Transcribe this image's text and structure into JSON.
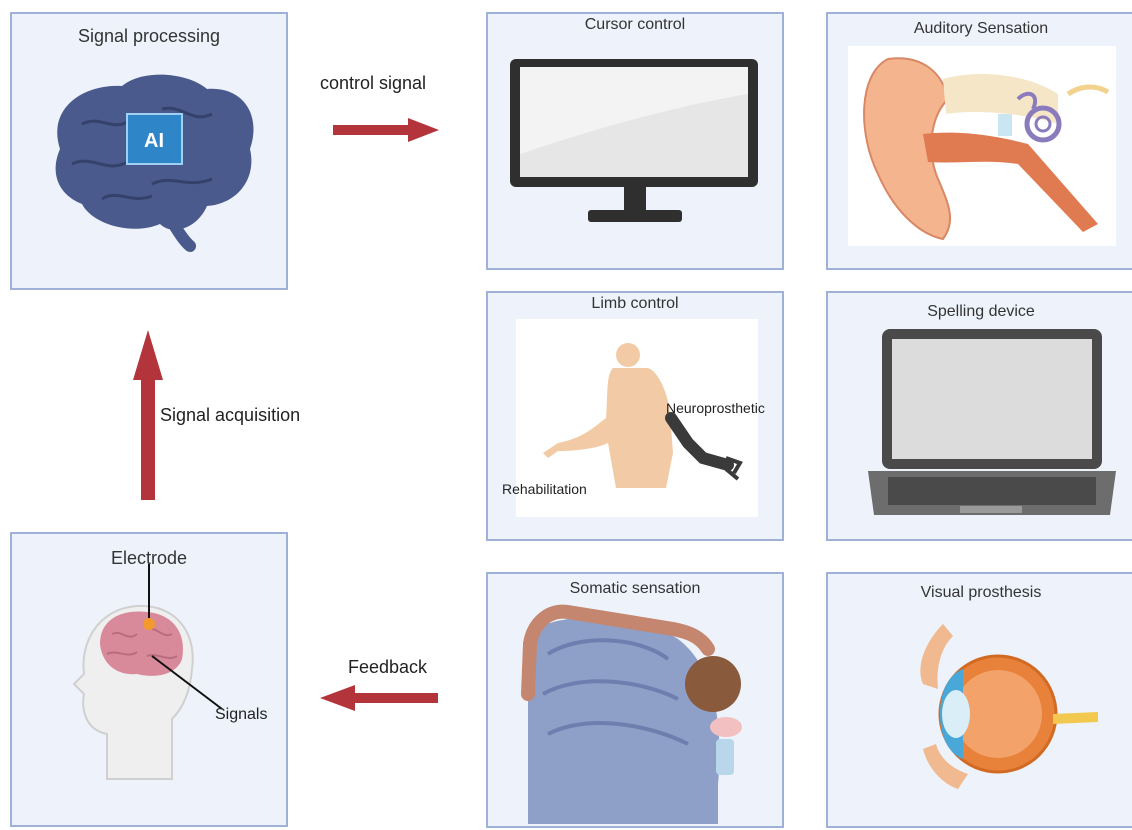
{
  "panels": {
    "signal_processing": {
      "title": "Signal processing",
      "badge": "AI"
    },
    "cursor_control": {
      "title": "Cursor control"
    },
    "auditory_sensation": {
      "title": "Auditory Sensation"
    },
    "limb_control": {
      "title": "Limb control",
      "label_neuro": "Neuroprosthetic",
      "label_rehab": "Rehabilitation"
    },
    "spelling_device": {
      "title": "Spelling device"
    },
    "electrode_panel": {
      "title": "Electrode",
      "label_signals": "Signals"
    },
    "somatic_sensation": {
      "title": "Somatic sensation"
    },
    "visual_prosthesis": {
      "title": "Visual prosthesis"
    }
  },
  "arrows": {
    "control_signal": "control signal",
    "signal_acquisition": "Signal acquisition",
    "feedback": "Feedback"
  },
  "colors": {
    "panel_fill": "#eef3fb",
    "panel_border": "#9fb1d6",
    "arrow": "#b3343a",
    "brain_blue": "#4a5a8c",
    "ai_box": "#2e86c8"
  }
}
